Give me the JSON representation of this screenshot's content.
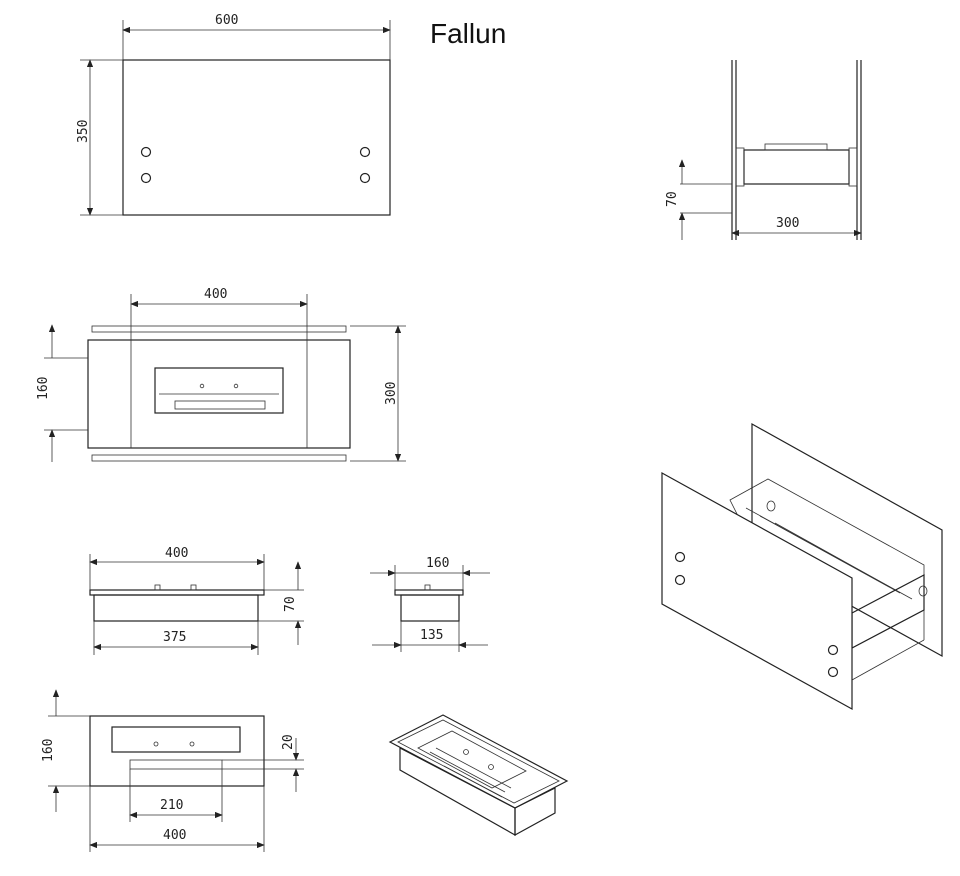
{
  "title": "Fallun",
  "dimensions": {
    "panel_width": "600",
    "panel_height": "350",
    "side_height": "70",
    "side_depth": "300",
    "top_burner_width": "400",
    "top_burner_depth": "160",
    "top_overall_depth": "300",
    "front_width": "400",
    "front_inner_width": "375",
    "front_height": "70",
    "side_top_depth": "160",
    "side_bottom_depth": "135",
    "plan_depth": "160",
    "plan_slot_height": "20",
    "plan_slot_width": "210",
    "plan_width": "400"
  }
}
